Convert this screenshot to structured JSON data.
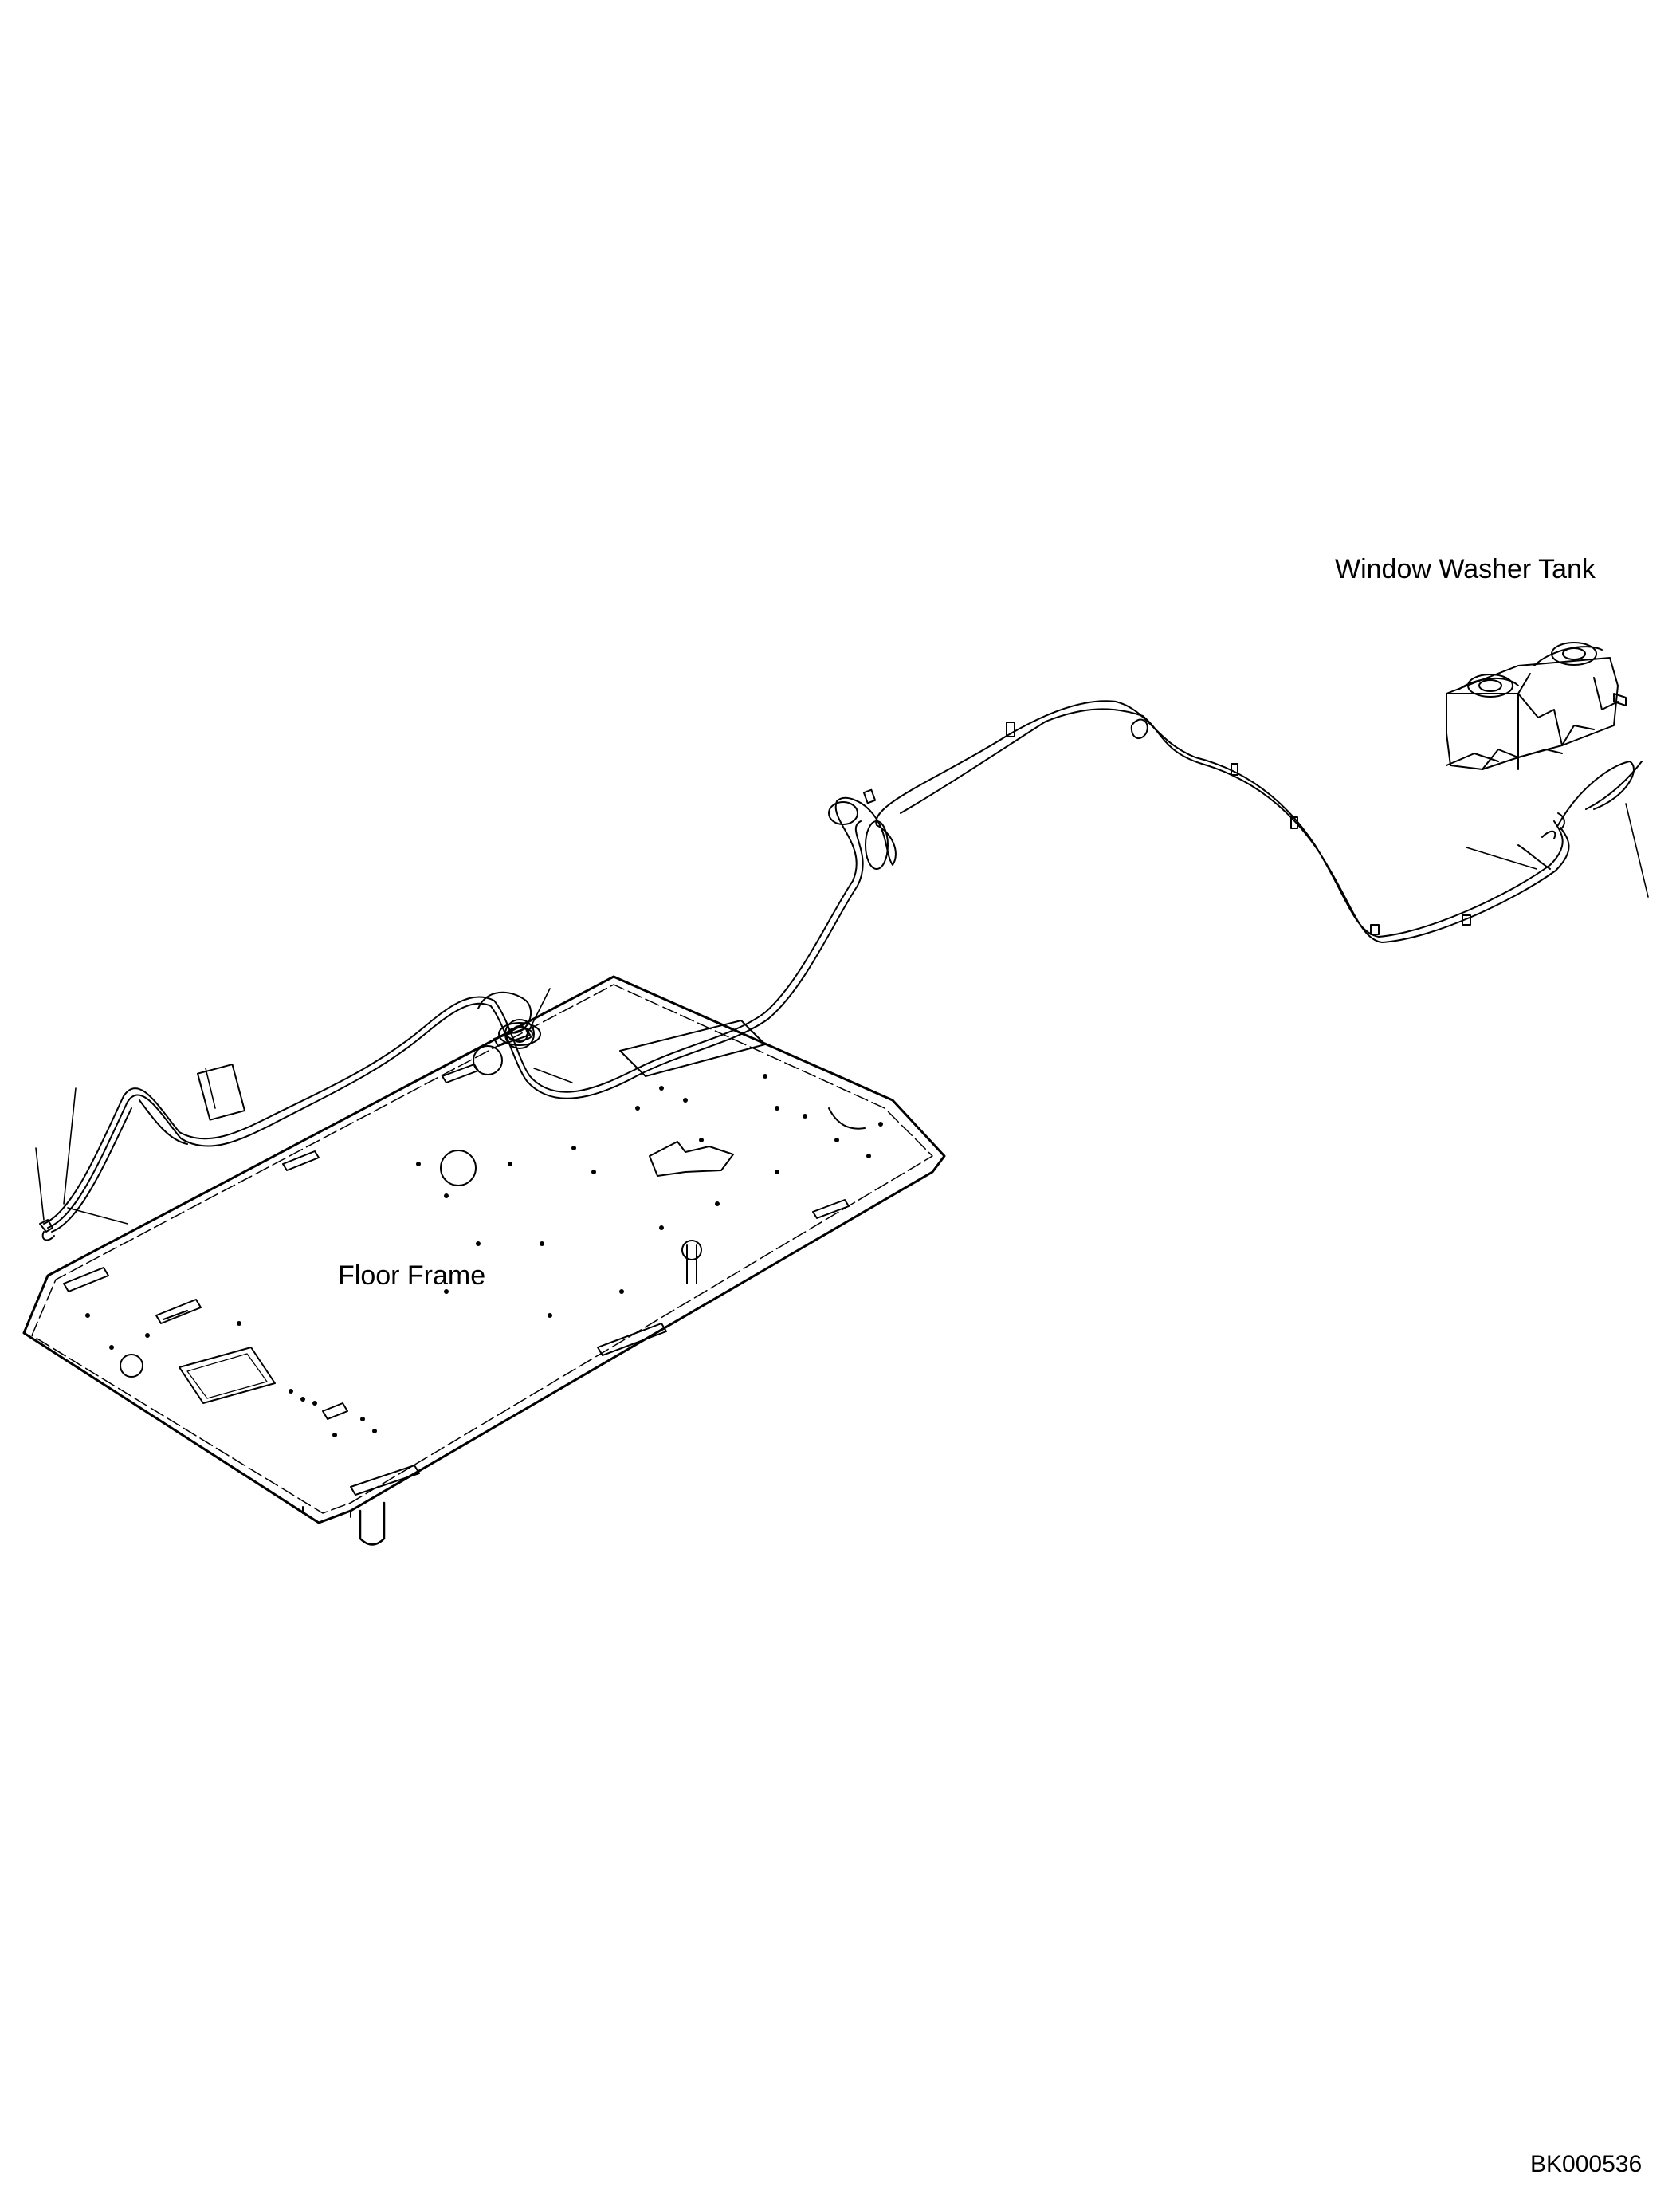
{
  "labels": {
    "window_washer_tank": "Window Washer Tank",
    "floor_frame": "Floor Frame",
    "drawing_id": "BK000536"
  },
  "colors": {
    "line": "#000000",
    "background": "#ffffff"
  }
}
